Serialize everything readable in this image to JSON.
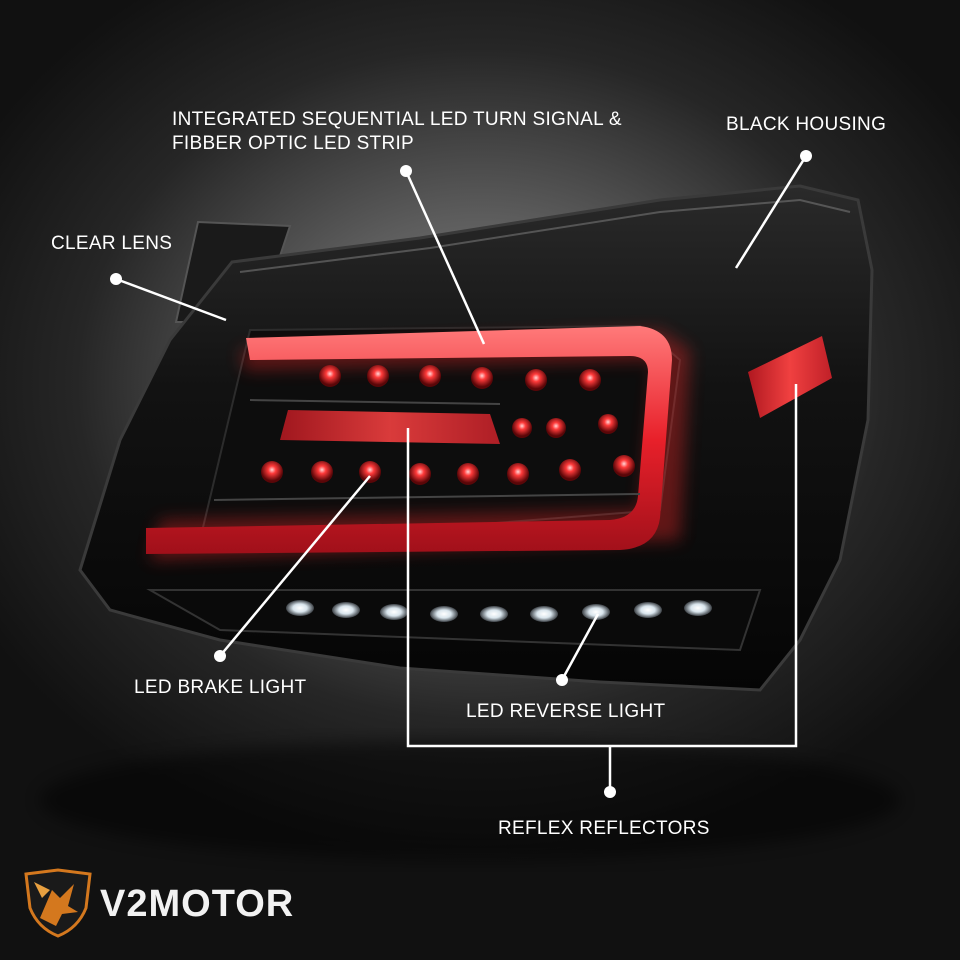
{
  "callouts": {
    "turn_signal_line1": "INTEGRATED SEQUENTIAL LED TURN SIGNAL &",
    "turn_signal_line2": "FIBBER OPTIC LED STRIP",
    "black_housing": "BLACK HOUSING",
    "clear_lens": "CLEAR LENS",
    "brake_light": "LED BRAKE LIGHT",
    "reverse_light": "LED REVERSE LIGHT",
    "reflex_reflectors": "REFLEX REFLECTORS"
  },
  "brand": {
    "name": "V2MOTOR",
    "logo_icon": "pegasus-shield-icon"
  },
  "colors": {
    "led_red": "#e0202a",
    "housing_black": "#0b0b0b",
    "callout_white": "#ffffff",
    "logo_orange": "#d4781e"
  }
}
